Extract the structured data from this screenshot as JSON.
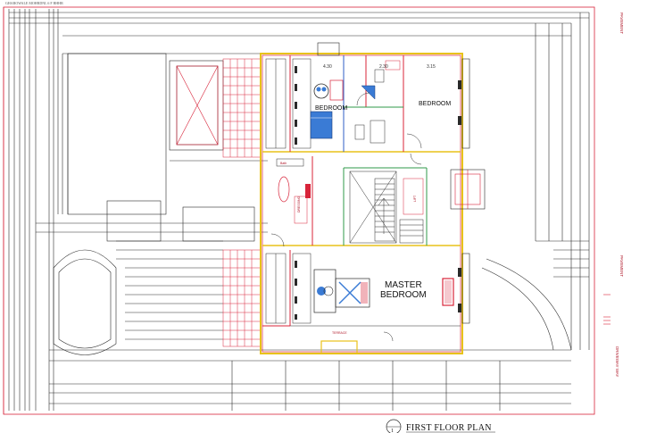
{
  "drawing": {
    "header_note": "GHAROWALE MOHRDNL 6 F BHHR",
    "title": "FIRST FLOOR PLAN",
    "title_marker": "1"
  },
  "rooms": {
    "bedroom_1": "BEDROOM",
    "bedroom_2": "BEDROOM",
    "master_bedroom_line1": "MASTER",
    "master_bedroom_line2": "BEDROOM"
  },
  "dimensions": {
    "d1": "4.30",
    "d2": "2.30",
    "d3": "3.15"
  },
  "labels": {
    "bath": "Bath",
    "dressing": "DRESSING",
    "lift": "LIFT",
    "terrace_label": "TERRACE"
  },
  "side_labels": {
    "top": "PAVEMENT",
    "middle": "PAVEMENT",
    "bottom": "DRIVEWAY WAY"
  },
  "colors": {
    "linework": "#2a2a2a",
    "wall_red": "#d8243a",
    "wall_yellow": "#e8c21a",
    "wall_blue": "#2f5cc4",
    "wall_green": "#2f9a4a",
    "furniture_blue": "#3a7bd5",
    "label_red": "#b0192a"
  }
}
